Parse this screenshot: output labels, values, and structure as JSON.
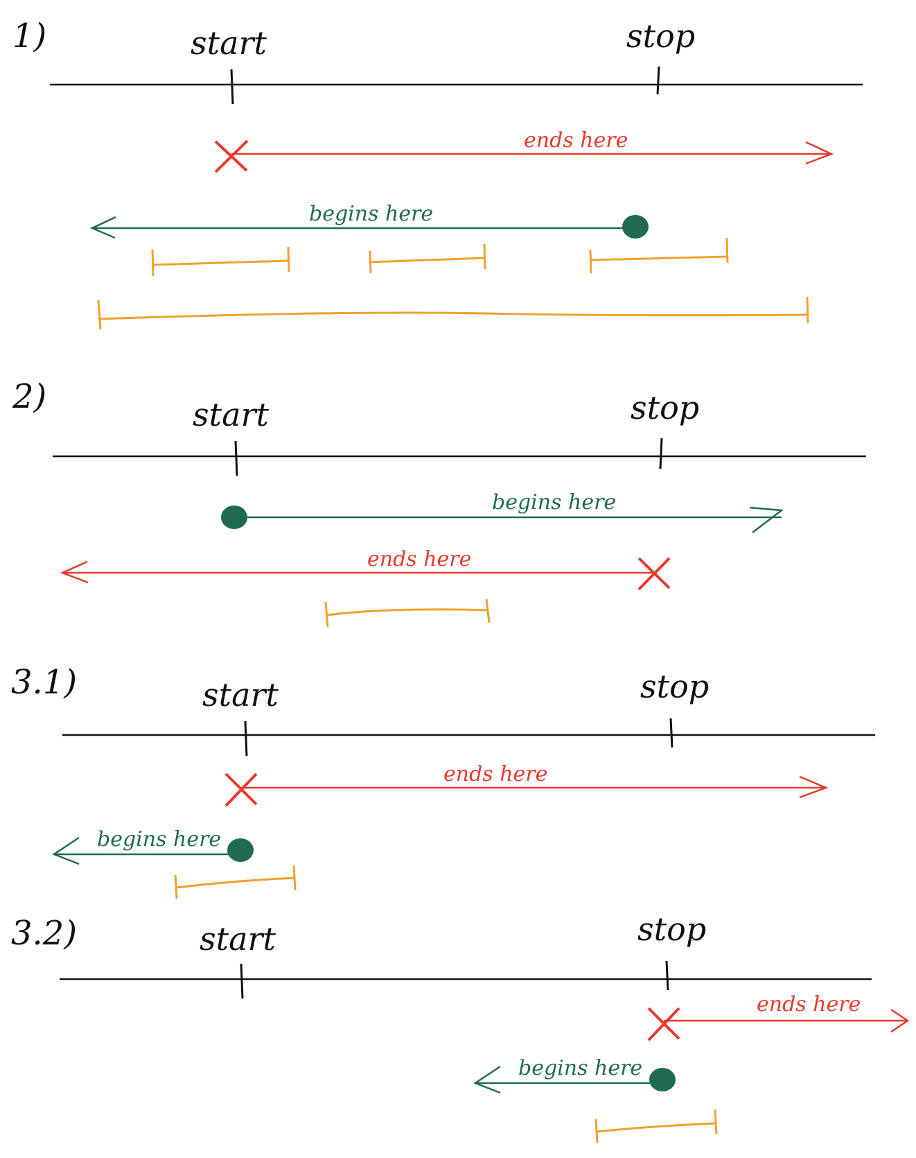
{
  "colors": {
    "axis": "#111111",
    "ends": "#e8392b",
    "begins": "#1f6b4f",
    "interval": "#f0a030",
    "background": "#ffffff"
  },
  "panels": [
    {
      "id": "1",
      "label": "1)",
      "start_label": "start",
      "stop_label": "stop",
      "ends_label": "ends here",
      "begins_label": "begins here",
      "ends_marker": "x-mark",
      "begins_marker": "dot"
    },
    {
      "id": "2",
      "label": "2)",
      "start_label": "start",
      "stop_label": "stop",
      "ends_label": "ends here",
      "begins_label": "begins here",
      "ends_marker": "x-mark",
      "begins_marker": "dot"
    },
    {
      "id": "3.1",
      "label": "3.1)",
      "start_label": "start",
      "stop_label": "stop",
      "ends_label": "ends here",
      "begins_label": "begins here",
      "ends_marker": "x-mark",
      "begins_marker": "dot"
    },
    {
      "id": "3.2",
      "label": "3.2)",
      "start_label": "start",
      "stop_label": "stop",
      "ends_label": "ends here",
      "begins_label": "begins here",
      "ends_marker": "x-mark",
      "begins_marker": "dot"
    }
  ]
}
